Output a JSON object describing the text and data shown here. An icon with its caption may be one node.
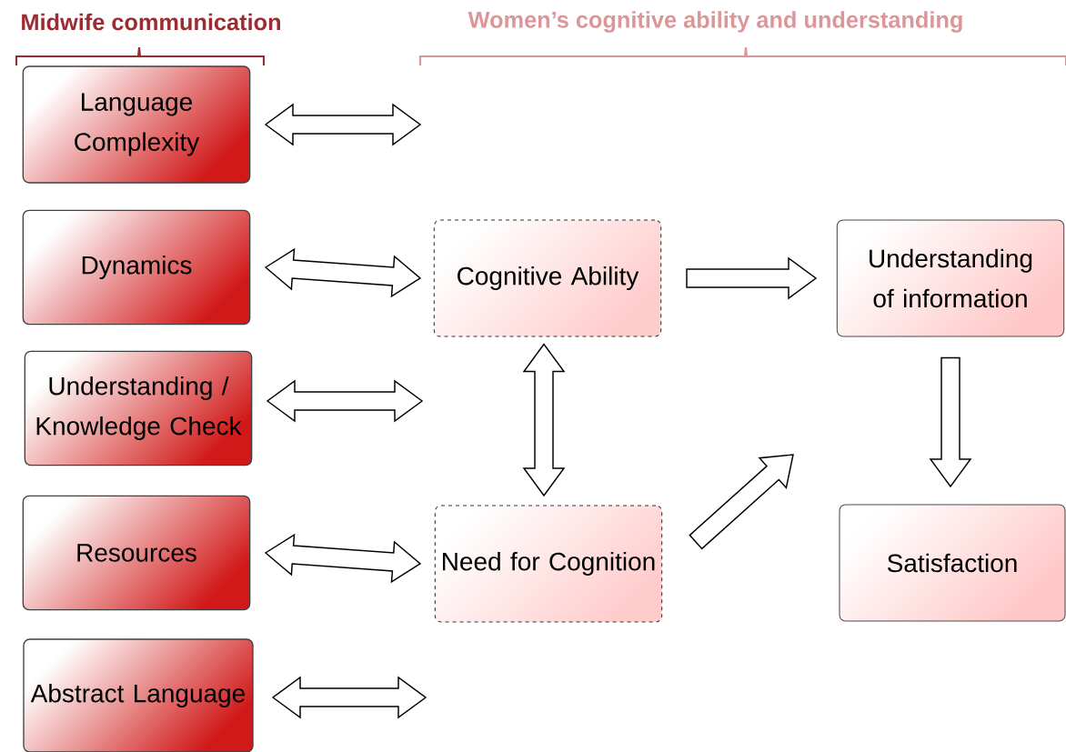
{
  "diagram": {
    "nodes": [
      {
        "text": [
          "Language Complexity"
        ]
      },
      {
        "text": [
          "Dynamics"
        ]
      },
      {
        "text": [
          "Understanding / Knowledge Check"
        ]
      },
      {
        "text": [
          "Resources"
        ]
      },
      {
        "text": [
          "Abstract Language"
        ]
      },
      {
        "text": [
          "Cognitive Ability"
        ]
      },
      {
        "text": [
          "Need for Cognition"
        ]
      },
      {
        "text": [
          "Understanding of information"
        ]
      },
      {
        "text": [
          "Satisfaction"
        ]
      }
    ],
    "edges": [
      {
        "from": 0,
        "to": null,
        "arrow": "both"
      },
      {
        "from": 1,
        "to": 5,
        "arrow": "both"
      },
      {
        "from": 2,
        "to": null,
        "arrow": "both"
      },
      {
        "from": 3,
        "to": 6,
        "arrow": "both"
      },
      {
        "from": 4,
        "to": null,
        "arrow": "both"
      },
      {
        "from": 5,
        "to": 6,
        "arrow": "both"
      },
      {
        "from": 5,
        "to": 7,
        "arrow": "to"
      },
      {
        "from": 6,
        "to": null,
        "arrow": "to"
      },
      {
        "from": 7,
        "to": 8,
        "arrow": "to"
      }
    ],
    "labels": [
      "Midwife communication",
      "Women’s cognitive ability and understanding"
    ]
  }
}
